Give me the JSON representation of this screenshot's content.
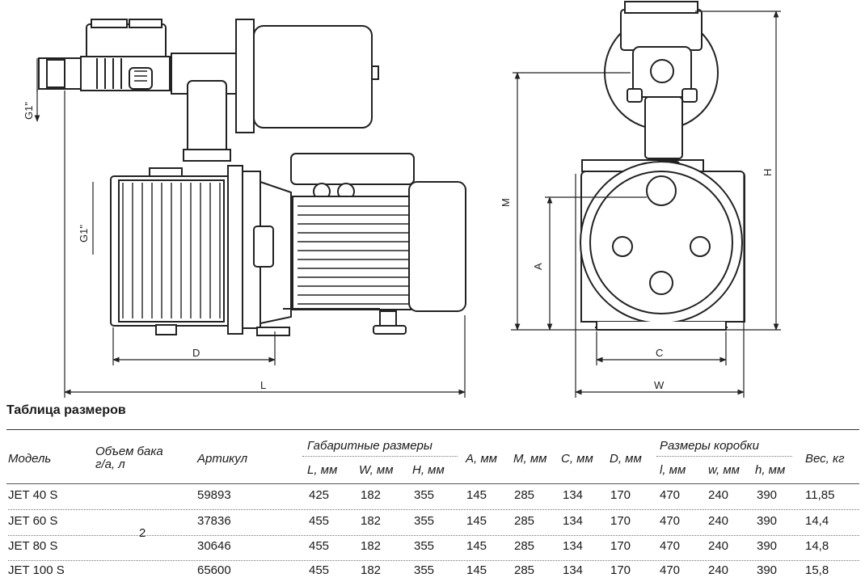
{
  "drawing": {
    "thread_label_top": "G1\"",
    "thread_label_side": "G1\"",
    "dim_D": "D",
    "dim_L": "L",
    "dim_M": "M",
    "dim_A": "A",
    "dim_H": "H",
    "dim_C": "C",
    "dim_W": "W"
  },
  "table": {
    "title": "Таблица размеров",
    "headers": {
      "model": "Модель",
      "tank_line1": "Объем бака",
      "tank_line2": "г/а, л",
      "article": "Артикул",
      "overall": "Габаритные размеры",
      "L": "L, мм",
      "W": "W, мм",
      "H": "H, мм",
      "A": "A, мм",
      "M": "M, мм",
      "C": "C, мм",
      "D": "D, мм",
      "box": "Размеры коробки",
      "l": "l, мм",
      "w": "w, мм",
      "h": "h, мм",
      "weight": "Вес, кг"
    },
    "tank_value": "2",
    "rows": [
      {
        "model": "JET 40 S",
        "article": "59893",
        "L": "425",
        "W": "182",
        "H": "355",
        "A": "145",
        "M": "285",
        "C": "134",
        "D": "170",
        "l": "470",
        "w": "240",
        "h": "390",
        "weight": "11,85"
      },
      {
        "model": "JET 60 S",
        "article": "37836",
        "L": "455",
        "W": "182",
        "H": "355",
        "A": "145",
        "M": "285",
        "C": "134",
        "D": "170",
        "l": "470",
        "w": "240",
        "h": "390",
        "weight": "14,4"
      },
      {
        "model": "JET 80 S",
        "article": "30646",
        "L": "455",
        "W": "182",
        "H": "355",
        "A": "145",
        "M": "285",
        "C": "134",
        "D": "170",
        "l": "470",
        "w": "240",
        "h": "390",
        "weight": "14,8"
      },
      {
        "model": "JET 100 S",
        "article": "65600",
        "L": "455",
        "W": "182",
        "H": "355",
        "A": "145",
        "M": "285",
        "C": "134",
        "D": "170",
        "l": "470",
        "w": "240",
        "h": "390",
        "weight": "15,8"
      }
    ]
  }
}
